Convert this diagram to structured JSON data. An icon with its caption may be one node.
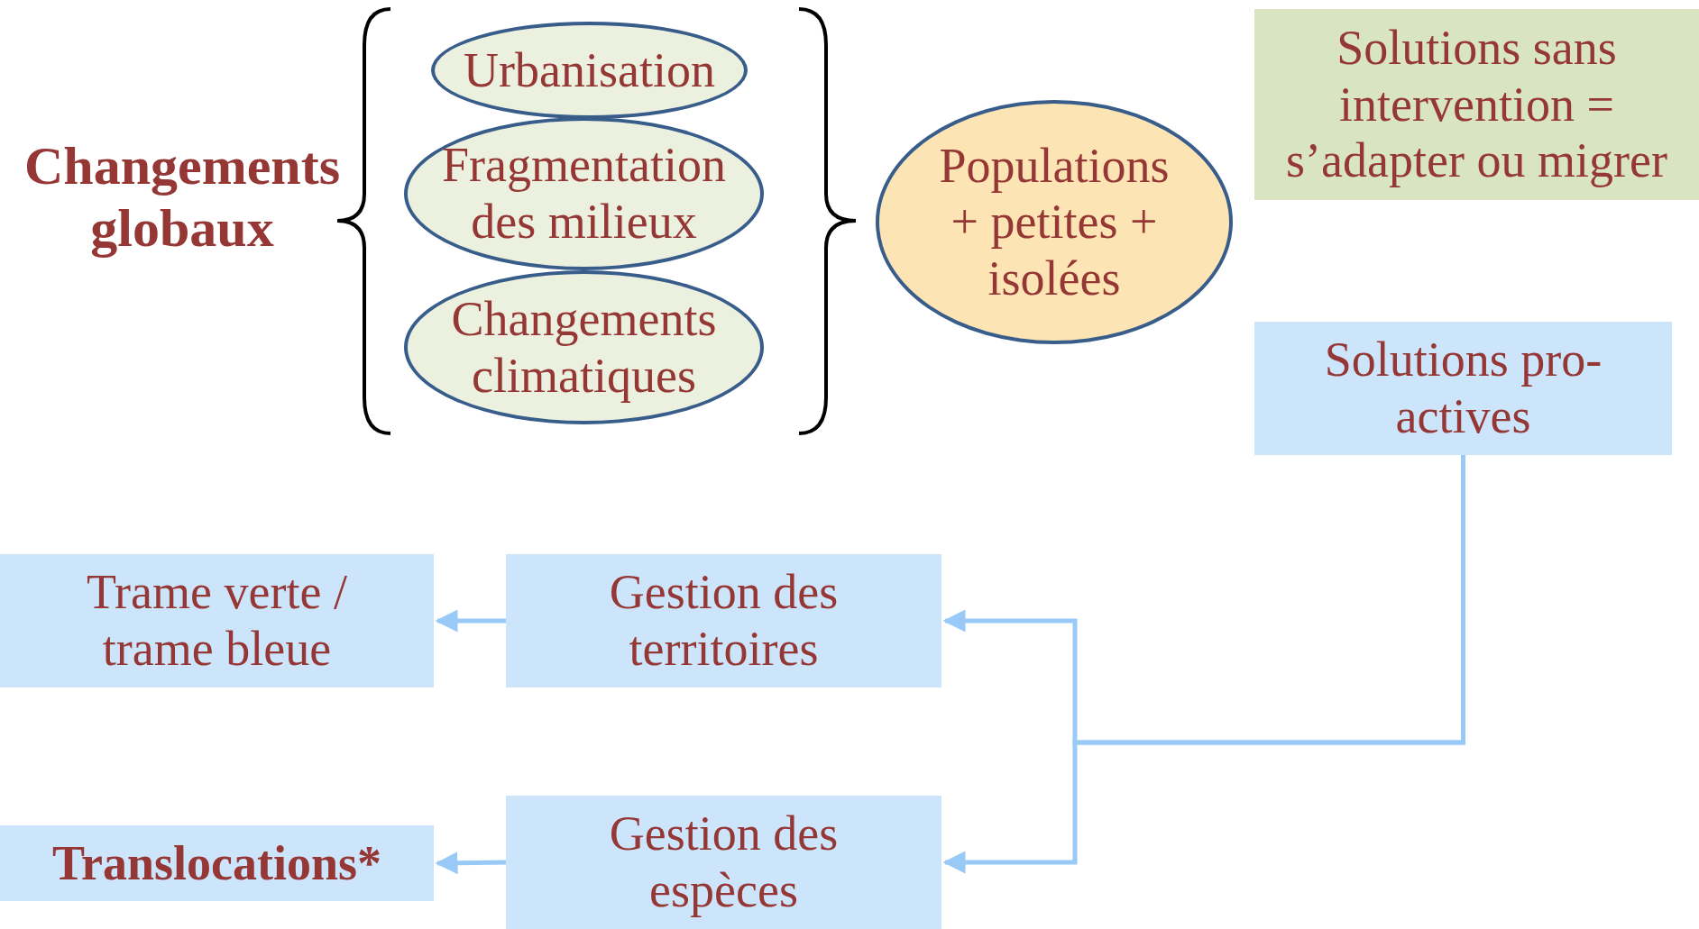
{
  "diagram": {
    "nodes": [
      {
        "text": [
          "Urbanisation"
        ]
      },
      {
        "text": [
          "Fragmentation des milieux"
        ]
      },
      {
        "text": [
          "Changements climatiques"
        ]
      },
      {
        "text": [
          "Populations + petites + isolées"
        ]
      },
      {
        "text": [
          "Solutions sans intervention = s’adapter ou migrer"
        ]
      },
      {
        "text": [
          "Solutions pro-actives"
        ]
      },
      {
        "text": [
          "Trame verte / trame bleue"
        ]
      },
      {
        "text": [
          "Gestion des territoires"
        ]
      },
      {
        "text": [
          "Translocations*"
        ]
      },
      {
        "text": [
          "Gestion des espèces"
        ]
      }
    ],
    "edges": [
      {
        "from": 5,
        "to": 7,
        "arrow": "to"
      },
      {
        "from": 5,
        "to": 9,
        "arrow": "to"
      },
      {
        "from": 7,
        "to": 6,
        "arrow": "to"
      },
      {
        "from": 9,
        "to": 8,
        "arrow": "to"
      }
    ],
    "labels": [
      "Changements globaux"
    ]
  }
}
